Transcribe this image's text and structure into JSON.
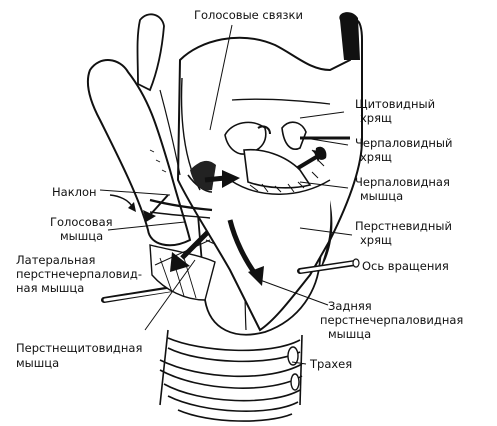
{
  "labels": {
    "vocal_cords": "Голосовые связки",
    "thyroid_1": "Щитовидный",
    "thyroid_2": "хрящ",
    "arytenoid_cart_1": "Черпаловидный",
    "arytenoid_cart_2": "хрящ",
    "arytenoid_muscle_1": "Черпаловидная",
    "arytenoid_muscle_2": "мышца",
    "tilt": "Наклон",
    "vocal_muscle_1": "Голосовая",
    "vocal_muscle_2": "мышца",
    "cricoid_1": "Перстневидный",
    "cricoid_2": "хрящ",
    "lateral_1": "Латеральная",
    "lateral_2": "перстнечерпаловид-",
    "lateral_3": "ная мышца",
    "axis": "Ось вращения",
    "posterior_1": "Задняя",
    "posterior_2": "перстнечерпаловидная",
    "posterior_3": "мышца",
    "cricothyroid_1": "Перстнещитовидная",
    "cricothyroid_2": "мышца",
    "trachea": "Трахея"
  },
  "colors": {
    "ink": "#111111",
    "paper": "#ffffff"
  }
}
